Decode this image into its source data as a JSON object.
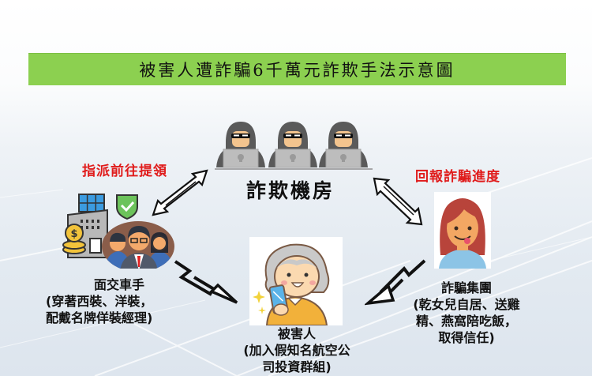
{
  "title": "被害人遭詐騙6千萬元詐欺手法示意圖",
  "colors": {
    "banner_bg": "#8cd050",
    "label_red": "#e01b1b",
    "text": "#111111",
    "hoodie": "#5a5a5a",
    "laptop": "#b9b9b9"
  },
  "hub": {
    "label": "詐欺機房",
    "icon": "hackers-at-laptops-icon",
    "count": 3
  },
  "left_link": {
    "label": "指派前往提領",
    "arrow": "double-headed-arrow"
  },
  "right_link": {
    "label": "回報詐騙進度",
    "arrow": "double-headed-arrow"
  },
  "courier": {
    "icon": "bank-and-businessmen-icon",
    "name": "面交車手",
    "line1": "(穿著西裝、洋裝，",
    "line2": "配戴名牌佯裝經理)"
  },
  "victim": {
    "icon": "grandma-with-phone-icon",
    "name": "被害人",
    "line1": "(加入假知名航空公",
    "line2": "司投資群組)"
  },
  "group": {
    "icon": "young-woman-avatar-icon",
    "name": "詐騙集團",
    "line1": "(乾女兒自居、送雞",
    "line2": "精、燕窩陪吃飯，",
    "line3": "取得信任)"
  },
  "arrows": {
    "courier_to_victim": "lightning-arrow",
    "group_to_victim": "lightning-arrow"
  }
}
